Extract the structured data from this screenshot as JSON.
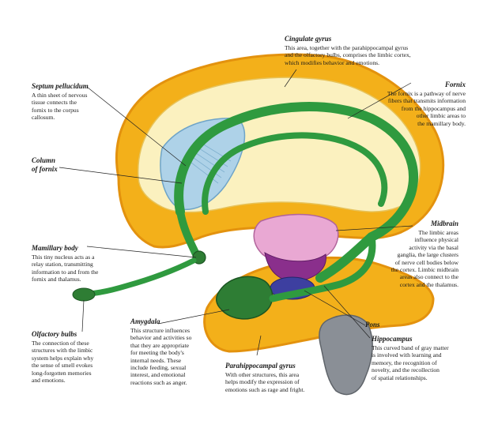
{
  "colors": {
    "cortex_fill": "#f3b01a",
    "cortex_edge": "#e3920e",
    "inner_fill": "#fbf1bf",
    "fornix_green": "#2f9a3f",
    "fornix_dark": "#1d6a2b",
    "septum_blue": "#aed2e8",
    "midbrain_pink": "#e9a8d3",
    "midbrain_purple": "#8a2f8c",
    "pons_blue": "#3d3fa0",
    "brainstem_gray": "#8a8f96",
    "leader_line": "#222222"
  },
  "labels": {
    "cingulate": {
      "title": "Cingulate gyrus",
      "text": "This area, together with the parahippocampal gyrus\nand the olfactory bulbs, comprises the limbic cortex,\nwhich modifies behavior and emotions."
    },
    "fornix": {
      "title": "Fornix",
      "text": "The fornix is a pathway of nerve\nfibers that transmits information\nfrom the hippocampus and\nother limbic areas to\nthe mamillary body."
    },
    "septum": {
      "title": "Septum pellucidum",
      "text": "A thin sheet of nervous\ntissue connects the\nfornix to the corpus\ncallosum."
    },
    "column": {
      "title": "Column\nof fornix",
      "text": ""
    },
    "midbrain": {
      "title": "Midbrain",
      "text": "The limbic areas\ninfluence physical\nactivity via the basal\nganglia, the large clusters\nof nerve cell bodies below\nthe cortex. Limbic midbrain\nareas also connect to the\ncortex and the thalamus."
    },
    "mamillary": {
      "title": "Mamillary body",
      "text": "This tiny nucleus acts as a\nrelay station, transmitting\ninformation to and from the\nfornix and thalamus."
    },
    "olfactory": {
      "title": "Olfactory bulbs",
      "text": "The connection of these\nstructures with the limbic\nsystem helps explain why\nthe sense of smell evokes\nlong-forgotten memories\nand emotions."
    },
    "amygdala": {
      "title": "Amygdala",
      "text": "This structure influences\nbehavior and activities so\nthat they are appropriate\nfor meeting the body's\ninternal needs. These\ninclude feeding, sexual\ninterest, and emotional\nreactions such as anger."
    },
    "parahippocampal": {
      "title": "Parahippocampal gyrus",
      "text": "With other structures, this area\nhelps modify the expression of\nemotions such as rage and fright."
    },
    "pons": {
      "title": "Pons",
      "text": ""
    },
    "hippocampus": {
      "title": "Hippocampus",
      "text": "This curved band of gray matter\nis involved with learning and\nmemory, the recognition of\nnovelty, and the recollection\nof spatial relationships."
    }
  }
}
